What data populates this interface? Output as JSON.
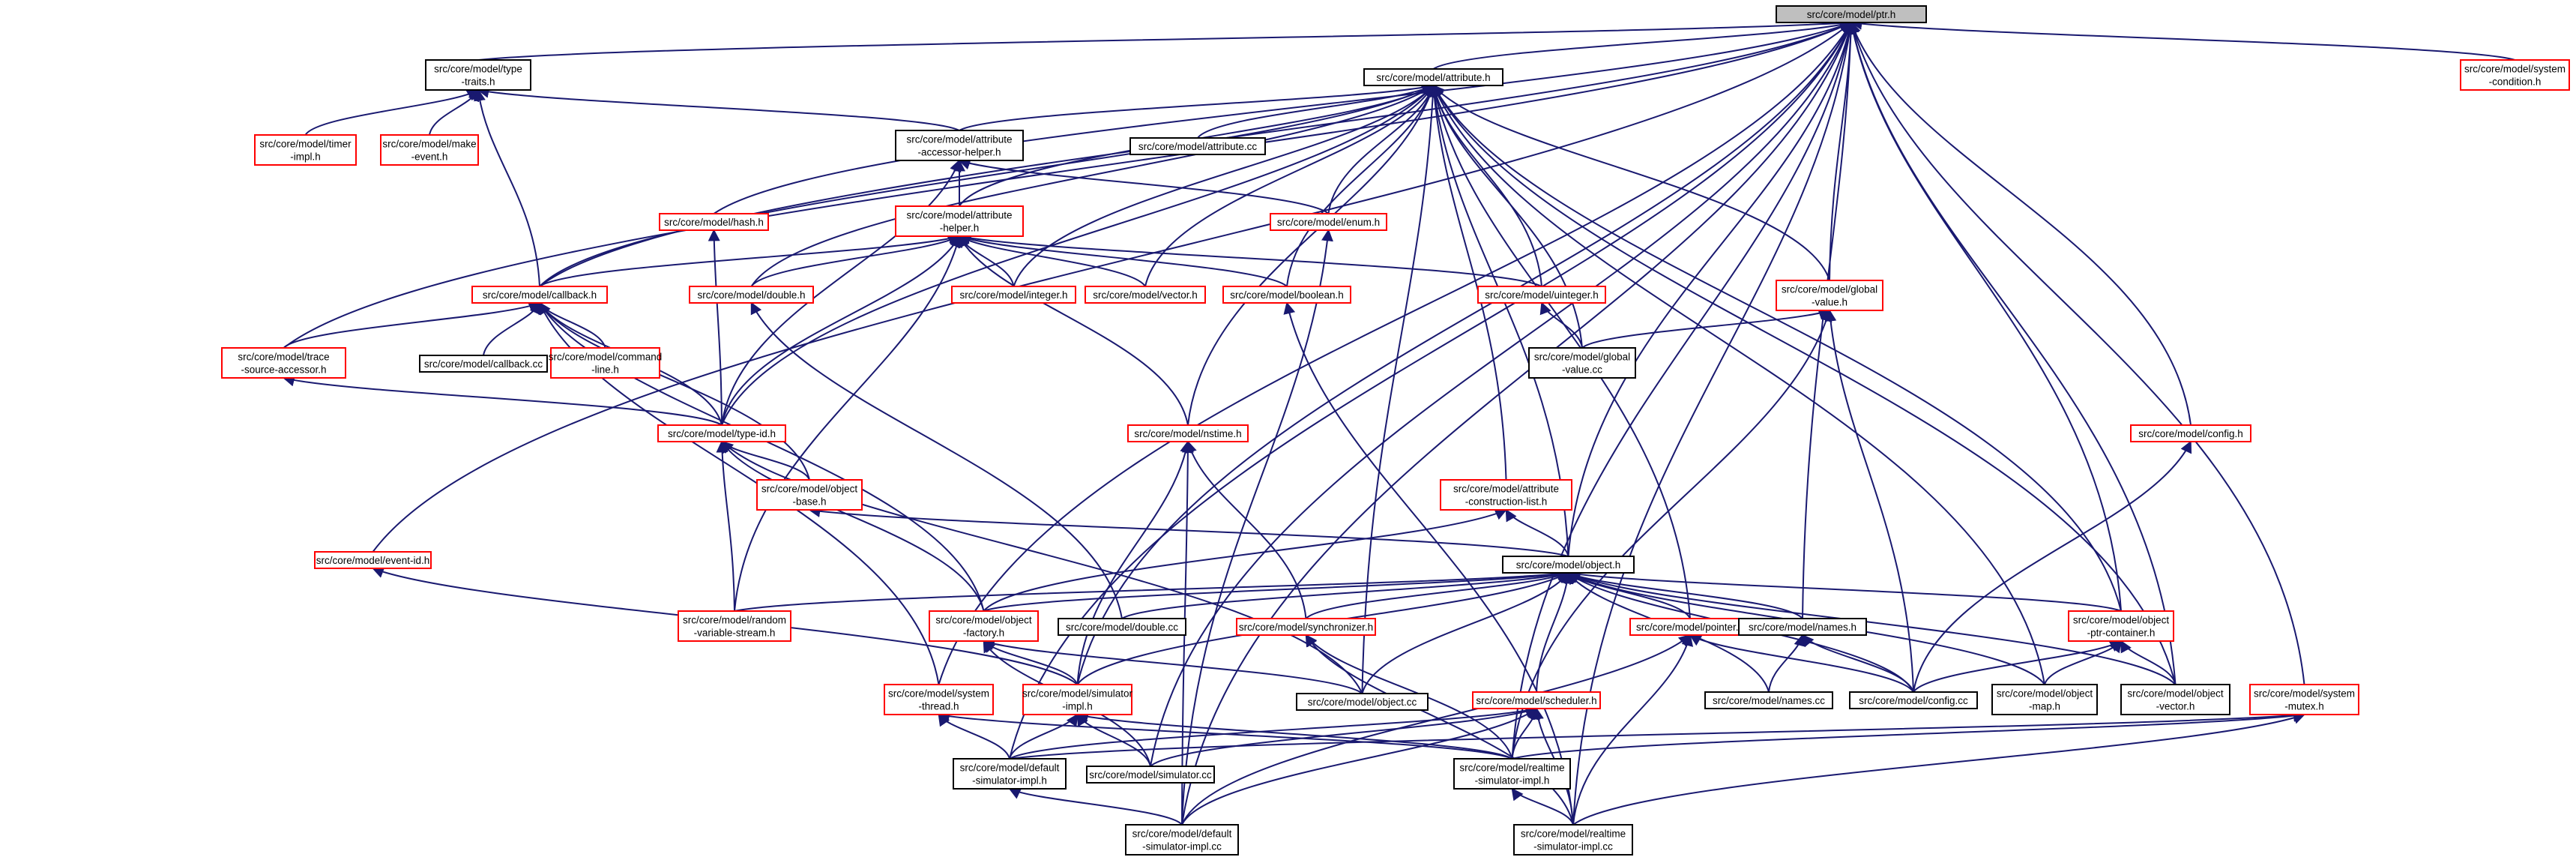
{
  "colors": {
    "edge": "#191970",
    "border_documented": "#000000",
    "border_undocumented": "#ff0000",
    "root_fill": "#bfbfbf",
    "node_fill": "#ffffff"
  },
  "nodes": [
    {
      "id": "ptr",
      "lines": [
        "src/core/model/ptr.h"
      ],
      "kind": "root"
    },
    {
      "id": "type_traits",
      "lines": [
        "src/core/model/type",
        "-traits.h"
      ],
      "kind": "doc"
    },
    {
      "id": "attribute",
      "lines": [
        "src/core/model/attribute.h"
      ],
      "kind": "doc"
    },
    {
      "id": "sys_condition",
      "lines": [
        "src/core/model/system",
        "-condition.h"
      ],
      "kind": "undoc"
    },
    {
      "id": "timer_impl",
      "lines": [
        "src/core/model/timer",
        "-impl.h"
      ],
      "kind": "undoc"
    },
    {
      "id": "make_event",
      "lines": [
        "src/core/model/make",
        "-event.h"
      ],
      "kind": "undoc"
    },
    {
      "id": "acc_helper",
      "lines": [
        "src/core/model/attribute",
        "-accessor-helper.h"
      ],
      "kind": "doc"
    },
    {
      "id": "attribute_cc",
      "lines": [
        "src/core/model/attribute.cc"
      ],
      "kind": "doc"
    },
    {
      "id": "hash",
      "lines": [
        "src/core/model/hash.h"
      ],
      "kind": "undoc"
    },
    {
      "id": "attr_helper",
      "lines": [
        "src/core/model/attribute",
        "-helper.h"
      ],
      "kind": "undoc"
    },
    {
      "id": "enum",
      "lines": [
        "src/core/model/enum.h"
      ],
      "kind": "undoc"
    },
    {
      "id": "global_value",
      "lines": [
        "src/core/model/global",
        "-value.h"
      ],
      "kind": "undoc"
    },
    {
      "id": "callback",
      "lines": [
        "src/core/model/callback.h"
      ],
      "kind": "undoc"
    },
    {
      "id": "double_h",
      "lines": [
        "src/core/model/double.h"
      ],
      "kind": "undoc"
    },
    {
      "id": "integer",
      "lines": [
        "src/core/model/integer.h"
      ],
      "kind": "undoc"
    },
    {
      "id": "vector",
      "lines": [
        "src/core/model/vector.h"
      ],
      "kind": "undoc"
    },
    {
      "id": "boolean",
      "lines": [
        "src/core/model/boolean.h"
      ],
      "kind": "undoc"
    },
    {
      "id": "uinteger",
      "lines": [
        "src/core/model/uinteger.h"
      ],
      "kind": "undoc"
    },
    {
      "id": "global_value_cc",
      "lines": [
        "src/core/model/global",
        "-value.cc"
      ],
      "kind": "doc"
    },
    {
      "id": "trace_src",
      "lines": [
        "src/core/model/trace",
        "-source-accessor.h"
      ],
      "kind": "undoc"
    },
    {
      "id": "callback_cc",
      "lines": [
        "src/core/model/callback.cc"
      ],
      "kind": "doc"
    },
    {
      "id": "command_line",
      "lines": [
        "src/core/model/command",
        "-line.h"
      ],
      "kind": "undoc"
    },
    {
      "id": "type_id",
      "lines": [
        "src/core/model/type-id.h"
      ],
      "kind": "undoc"
    },
    {
      "id": "nstime",
      "lines": [
        "src/core/model/nstime.h"
      ],
      "kind": "undoc"
    },
    {
      "id": "config",
      "lines": [
        "src/core/model/config.h"
      ],
      "kind": "undoc"
    },
    {
      "id": "object_base",
      "lines": [
        "src/core/model/object",
        "-base.h"
      ],
      "kind": "undoc"
    },
    {
      "id": "attr_cons",
      "lines": [
        "src/core/model/attribute",
        "-construction-list.h"
      ],
      "kind": "undoc"
    },
    {
      "id": "event_id",
      "lines": [
        "src/core/model/event-id.h"
      ],
      "kind": "undoc"
    },
    {
      "id": "object",
      "lines": [
        "src/core/model/object.h"
      ],
      "kind": "doc"
    },
    {
      "id": "random_var",
      "lines": [
        "src/core/model/random",
        "-variable-stream.h"
      ],
      "kind": "undoc"
    },
    {
      "id": "obj_factory",
      "lines": [
        "src/core/model/object",
        "-factory.h"
      ],
      "kind": "undoc"
    },
    {
      "id": "double_cc",
      "lines": [
        "src/core/model/double.cc"
      ],
      "kind": "doc"
    },
    {
      "id": "synchronizer",
      "lines": [
        "src/core/model/synchronizer.h"
      ],
      "kind": "undoc"
    },
    {
      "id": "pointer",
      "lines": [
        "src/core/model/pointer.h"
      ],
      "kind": "undoc"
    },
    {
      "id": "names_h",
      "lines": [
        "src/core/model/names.h"
      ],
      "kind": "doc"
    },
    {
      "id": "obj_ptr_container",
      "lines": [
        "src/core/model/object",
        "-ptr-container.h"
      ],
      "kind": "undoc"
    },
    {
      "id": "sys_thread",
      "lines": [
        "src/core/model/system",
        "-thread.h"
      ],
      "kind": "undoc"
    },
    {
      "id": "simulator_impl",
      "lines": [
        "src/core/model/simulator",
        "-impl.h"
      ],
      "kind": "undoc"
    },
    {
      "id": "object_cc",
      "lines": [
        "src/core/model/object.cc"
      ],
      "kind": "doc"
    },
    {
      "id": "scheduler",
      "lines": [
        "src/core/model/scheduler.h"
      ],
      "kind": "undoc"
    },
    {
      "id": "names_cc",
      "lines": [
        "src/core/model/names.cc"
      ],
      "kind": "doc"
    },
    {
      "id": "config_cc",
      "lines": [
        "src/core/model/config.cc"
      ],
      "kind": "doc"
    },
    {
      "id": "object_map",
      "lines": [
        "src/core/model/object",
        "-map.h"
      ],
      "kind": "doc"
    },
    {
      "id": "object_vector",
      "lines": [
        "src/core/model/object",
        "-vector.h"
      ],
      "kind": "doc"
    },
    {
      "id": "sys_mutex",
      "lines": [
        "src/core/model/system",
        "-mutex.h"
      ],
      "kind": "undoc"
    },
    {
      "id": "def_sim_impl_h",
      "lines": [
        "src/core/model/default",
        "-simulator-impl.h"
      ],
      "kind": "doc"
    },
    {
      "id": "simulator_cc",
      "lines": [
        "src/core/model/simulator.cc"
      ],
      "kind": "doc"
    },
    {
      "id": "rt_sim_impl_h",
      "lines": [
        "src/core/model/realtime",
        "-simulator-impl.h"
      ],
      "kind": "doc"
    },
    {
      "id": "def_sim_impl_cc",
      "lines": [
        "src/core/model/default",
        "-simulator-impl.cc"
      ],
      "kind": "doc"
    },
    {
      "id": "rt_sim_impl_cc",
      "lines": [
        "src/core/model/realtime",
        "-simulator-impl.cc"
      ],
      "kind": "doc"
    }
  ],
  "edges": [
    [
      "type_traits",
      "ptr"
    ],
    [
      "attribute",
      "ptr"
    ],
    [
      "sys_condition",
      "ptr"
    ],
    [
      "acc_helper",
      "type_traits"
    ],
    [
      "timer_impl",
      "type_traits"
    ],
    [
      "make_event",
      "type_traits"
    ],
    [
      "callback",
      "type_traits"
    ],
    [
      "acc_helper",
      "attribute"
    ],
    [
      "attribute_cc",
      "attribute"
    ],
    [
      "attr_helper",
      "attribute"
    ],
    [
      "enum",
      "attribute"
    ],
    [
      "global_value",
      "attribute"
    ],
    [
      "callback",
      "attribute"
    ],
    [
      "double_h",
      "attribute"
    ],
    [
      "integer",
      "attribute"
    ],
    [
      "vector",
      "attribute"
    ],
    [
      "boolean",
      "attribute"
    ],
    [
      "uinteger",
      "attribute"
    ],
    [
      "global_value_cc",
      "attribute"
    ],
    [
      "nstime",
      "attribute"
    ],
    [
      "attr_cons",
      "attribute"
    ],
    [
      "object",
      "attribute"
    ],
    [
      "pointer",
      "attribute"
    ],
    [
      "obj_ptr_container",
      "attribute"
    ],
    [
      "object_map",
      "attribute"
    ],
    [
      "object_vector",
      "attribute"
    ],
    [
      "object_cc",
      "attribute"
    ],
    [
      "type_id",
      "attribute"
    ],
    [
      "attr_helper",
      "acc_helper"
    ],
    [
      "type_id",
      "acc_helper"
    ],
    [
      "enum",
      "acc_helper"
    ],
    [
      "hash",
      "ptr"
    ],
    [
      "type_id",
      "hash"
    ],
    [
      "callback",
      "attr_helper"
    ],
    [
      "double_h",
      "attr_helper"
    ],
    [
      "integer",
      "attr_helper"
    ],
    [
      "vector",
      "attr_helper"
    ],
    [
      "boolean",
      "attr_helper"
    ],
    [
      "uinteger",
      "attr_helper"
    ],
    [
      "nstime",
      "attr_helper"
    ],
    [
      "type_id",
      "attr_helper"
    ],
    [
      "random_var",
      "attr_helper"
    ],
    [
      "global_value_cc",
      "global_value"
    ],
    [
      "config_cc",
      "global_value"
    ],
    [
      "rt_sim_impl_h",
      "global_value"
    ],
    [
      "global_value",
      "ptr"
    ],
    [
      "trace_src",
      "callback"
    ],
    [
      "callback_cc",
      "callback"
    ],
    [
      "command_line",
      "callback"
    ],
    [
      "type_id",
      "callback"
    ],
    [
      "object_base",
      "callback"
    ],
    [
      "sys_thread",
      "callback"
    ],
    [
      "callback",
      "ptr"
    ],
    [
      "trace_src",
      "ptr"
    ],
    [
      "type_id",
      "trace_src"
    ],
    [
      "double_cc",
      "double_h"
    ],
    [
      "global_value_cc",
      "uinteger"
    ],
    [
      "rt_sim_impl_cc",
      "boolean"
    ],
    [
      "object_base",
      "type_id"
    ],
    [
      "random_var",
      "type_id"
    ],
    [
      "obj_factory",
      "type_id"
    ],
    [
      "synchronizer",
      "nstime"
    ],
    [
      "simulator_impl",
      "nstime"
    ],
    [
      "config_cc",
      "config"
    ],
    [
      "config",
      "ptr"
    ],
    [
      "object",
      "object_base"
    ],
    [
      "obj_factory",
      "attr_cons"
    ],
    [
      "object",
      "attr_cons"
    ],
    [
      "simulator_impl",
      "event_id"
    ],
    [
      "event_id",
      "ptr"
    ],
    [
      "random_var",
      "object"
    ],
    [
      "obj_factory",
      "object"
    ],
    [
      "double_cc",
      "object"
    ],
    [
      "synchronizer",
      "object"
    ],
    [
      "pointer",
      "object"
    ],
    [
      "names_h",
      "object"
    ],
    [
      "obj_ptr_container",
      "object"
    ],
    [
      "simulator_impl",
      "object"
    ],
    [
      "object_cc",
      "object"
    ],
    [
      "scheduler",
      "object"
    ],
    [
      "names_cc",
      "object"
    ],
    [
      "config_cc",
      "object"
    ],
    [
      "object_map",
      "object"
    ],
    [
      "object_vector",
      "object"
    ],
    [
      "object",
      "ptr"
    ],
    [
      "names_h",
      "ptr"
    ],
    [
      "obj_ptr_container",
      "ptr"
    ],
    [
      "simulator_impl",
      "obj_factory"
    ],
    [
      "object_cc",
      "obj_factory"
    ],
    [
      "simulator_cc",
      "obj_factory"
    ],
    [
      "rt_sim_impl_h",
      "synchronizer"
    ],
    [
      "rt_sim_impl_cc",
      "synchronizer"
    ],
    [
      "config_cc",
      "pointer"
    ],
    [
      "def_sim_impl_cc",
      "pointer"
    ],
    [
      "rt_sim_impl_cc",
      "pointer"
    ],
    [
      "names_cc",
      "names_h"
    ],
    [
      "config_cc",
      "names_h"
    ],
    [
      "config_cc",
      "obj_ptr_container"
    ],
    [
      "object_map",
      "obj_ptr_container"
    ],
    [
      "object_vector",
      "obj_ptr_container"
    ],
    [
      "def_sim_impl_h",
      "sys_thread"
    ],
    [
      "rt_sim_impl_h",
      "sys_thread"
    ],
    [
      "def_sim_impl_h",
      "simulator_impl"
    ],
    [
      "simulator_cc",
      "simulator_impl"
    ],
    [
      "rt_sim_impl_h",
      "simulator_impl"
    ],
    [
      "def_sim_impl_h",
      "scheduler"
    ],
    [
      "simulator_cc",
      "scheduler"
    ],
    [
      "rt_sim_impl_h",
      "scheduler"
    ],
    [
      "def_sim_impl_cc",
      "scheduler"
    ],
    [
      "rt_sim_impl_cc",
      "scheduler"
    ],
    [
      "def_sim_impl_h",
      "sys_mutex"
    ],
    [
      "rt_sim_impl_h",
      "sys_mutex"
    ],
    [
      "rt_sim_impl_cc",
      "sys_mutex"
    ],
    [
      "sys_mutex",
      "ptr"
    ],
    [
      "def_sim_impl_cc",
      "def_sim_impl_h"
    ],
    [
      "rt_sim_impl_cc",
      "rt_sim_impl_h"
    ],
    [
      "def_sim_impl_h",
      "ptr"
    ],
    [
      "def_sim_impl_cc",
      "ptr"
    ],
    [
      "rt_sim_impl_cc",
      "ptr"
    ],
    [
      "rt_sim_impl_h",
      "ptr"
    ],
    [
      "simulator_cc",
      "ptr"
    ],
    [
      "simulator_impl",
      "ptr"
    ],
    [
      "sys_thread",
      "ptr"
    ],
    [
      "object_vector",
      "ptr"
    ],
    [
      "def_sim_impl_cc",
      "nstime"
    ],
    [
      "def_sim_impl_cc",
      "enum"
    ],
    [
      "object_cc",
      "type_id"
    ],
    [
      "obj_factory",
      "callback"
    ]
  ]
}
